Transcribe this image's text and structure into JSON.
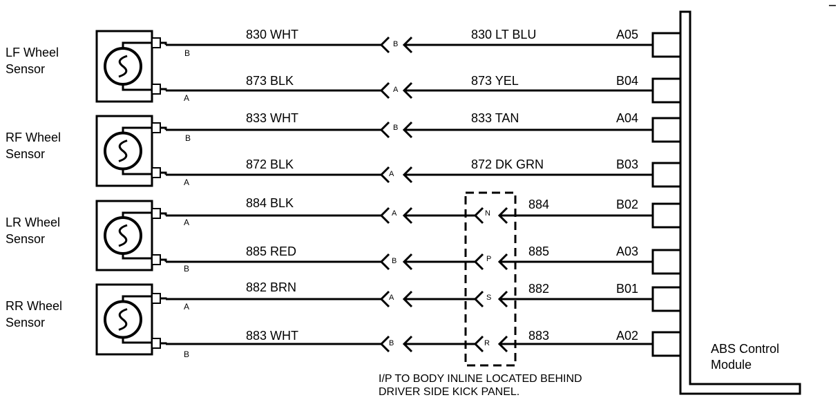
{
  "sensors": [
    {
      "name_line1": "LF Wheel",
      "name_line2": "Sensor"
    },
    {
      "name_line1": "RF Wheel",
      "name_line2": "Sensor"
    },
    {
      "name_line1": "LR Wheel",
      "name_line2": "Sensor"
    },
    {
      "name_line1": "RR Wheel",
      "name_line2": "Sensor"
    }
  ],
  "circuits": [
    {
      "terminal": "B",
      "left_wire": "830 WHT",
      "connector_pin": "B",
      "inline_pin": "",
      "right_wire": "830 LT BLU",
      "module_pin": "A05"
    },
    {
      "terminal": "A",
      "left_wire": "873 BLK",
      "connector_pin": "A",
      "inline_pin": "",
      "right_wire": "873  YEL",
      "module_pin": "B04"
    },
    {
      "terminal": "B",
      "left_wire": "833 WHT",
      "connector_pin": "B",
      "inline_pin": "",
      "right_wire": "833 TAN",
      "module_pin": "A04"
    },
    {
      "terminal": "A",
      "left_wire": "872 BLK",
      "connector_pin": "A",
      "inline_pin": "",
      "right_wire": "872 DK GRN",
      "module_pin": "B03"
    },
    {
      "terminal": "A",
      "left_wire": "884 BLK",
      "connector_pin": "A",
      "inline_pin": "N",
      "right_wire": "884",
      "module_pin": "B02"
    },
    {
      "terminal": "B",
      "left_wire": "885 RED",
      "connector_pin": "B",
      "inline_pin": "P",
      "right_wire": "885",
      "module_pin": "A03"
    },
    {
      "terminal": "A",
      "left_wire": "882 BRN",
      "connector_pin": "A",
      "inline_pin": "S",
      "right_wire": "882",
      "module_pin": "B01"
    },
    {
      "terminal": "B",
      "left_wire": "883 WHT",
      "connector_pin": "B",
      "inline_pin": "R",
      "right_wire": "883",
      "module_pin": "A02"
    }
  ],
  "module": {
    "line1": "ABS Control",
    "line2": "Module"
  },
  "inline_note": {
    "line1": "I/P TO BODY INLINE LOCATED BEHIND",
    "line2": "DRIVER SIDE KICK PANEL."
  },
  "sensor_symbol": "tilde-icon"
}
